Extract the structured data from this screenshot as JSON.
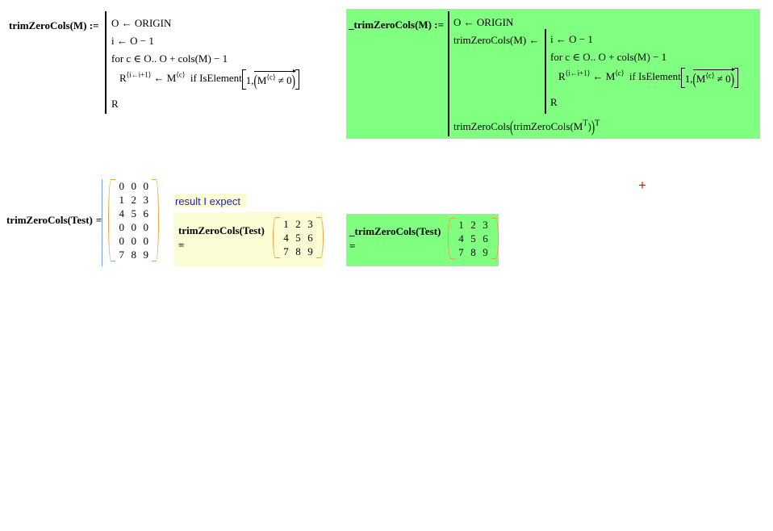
{
  "document": {
    "type": "mathcad-worksheet",
    "colors": {
      "highlight_green": "#80ff80",
      "highlight_yellow": "#fdfdd5",
      "note_text": "#1c1cc8",
      "marker_red": "#ff0000",
      "matrix_bracket": "#e8a33d",
      "cursor_blue": "#7aa7d8"
    }
  },
  "definition_original": {
    "name": "trimZeroCols(M)",
    "assign_operator": ":=",
    "body": {
      "line1": "O ← ORIGIN",
      "line2": "i ← O − 1",
      "line3": "for  c ∈ O.. O + cols(M) − 1",
      "line4": {
        "lhs": "R",
        "lhs_superscript": "⟨i←i+1⟩",
        "arrow": "←",
        "rhs": "M",
        "rhs_superscript": "⟨c⟩",
        "keyword": "if",
        "func": "IsElement",
        "arg1": "1",
        "arg2_inner": "M",
        "arg2_superscript": "⟨c⟩",
        "arg2_compare": "≠ 0"
      },
      "line5": "R"
    }
  },
  "definition_modified": {
    "name": "_trimZeroCols(M)",
    "assign_operator": ":=",
    "body": {
      "line1": "O ← ORIGIN",
      "inner_assign_lhs": "trimZeroCols(M)",
      "inner_assign_arrow": "←",
      "inner": {
        "line1": "i ← O − 1",
        "line2": "for  c ∈ O.. O + cols(M) − 1",
        "line3": {
          "lhs": "R",
          "lhs_superscript": "⟨i←i+1⟩",
          "arrow": "←",
          "rhs": "M",
          "rhs_superscript": "⟨c⟩",
          "keyword": "if",
          "func": "IsElement",
          "arg1": "1",
          "arg2_inner": "M",
          "arg2_superscript": "⟨c⟩",
          "arg2_compare": "≠ 0"
        },
        "line4": "R"
      },
      "return_expr": {
        "outer_func": "trimZeroCols",
        "inner_func": "trimZeroCols",
        "inner_arg": "M",
        "inner_exponent": "T",
        "outer_exponent": "T"
      }
    }
  },
  "evaluation_original": {
    "label": "trimZeroCols(Test)",
    "operator": "=",
    "matrix": [
      [
        "0",
        "0",
        "0"
      ],
      [
        "1",
        "2",
        "3"
      ],
      [
        "4",
        "5",
        "6"
      ],
      [
        "0",
        "0",
        "0"
      ],
      [
        "0",
        "0",
        "0"
      ],
      [
        "7",
        "8",
        "9"
      ]
    ]
  },
  "expected_note": {
    "text": "result I expect"
  },
  "evaluation_expected": {
    "label": "trimZeroCols(Test)",
    "operator": "=",
    "matrix": [
      [
        "1",
        "2",
        "3"
      ],
      [
        "4",
        "5",
        "6"
      ],
      [
        "7",
        "8",
        "9"
      ]
    ]
  },
  "evaluation_modified": {
    "label": "_trimZeroCols(Test)",
    "operator": "=",
    "matrix": [
      [
        "1",
        "2",
        "3"
      ],
      [
        "4",
        "5",
        "6"
      ],
      [
        "7",
        "8",
        "9"
      ]
    ]
  },
  "marker": {
    "glyph": "+"
  }
}
